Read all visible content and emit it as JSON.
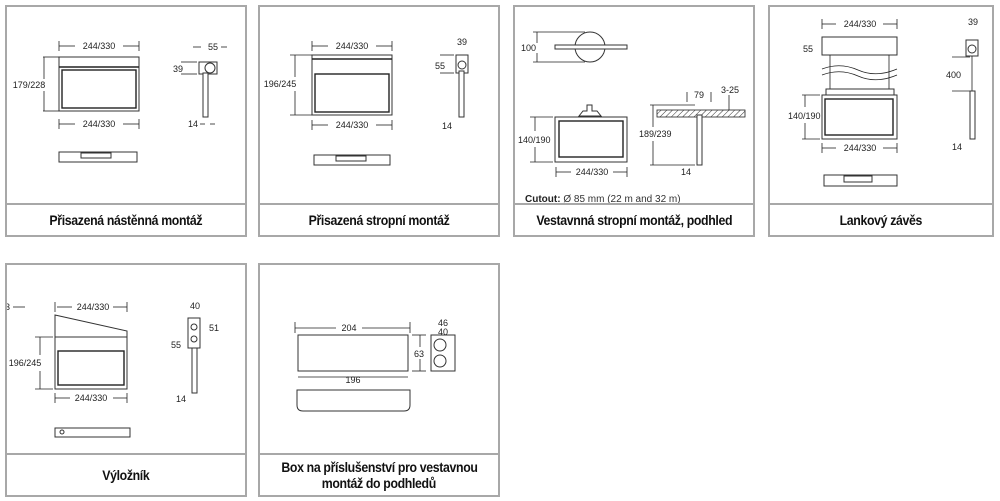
{
  "cards": [
    {
      "caption": "Přisazená nástěnná montáž",
      "dims": {
        "w_top": "244/330",
        "h": "179/228",
        "w_bot": "244/330",
        "side_w": "55",
        "side_h": "39",
        "rod": "14"
      }
    },
    {
      "caption": "Přisazená stropní montáž",
      "dims": {
        "w_top": "244/330",
        "h": "196/245",
        "w_bot": "244/330",
        "side_w": "39",
        "side_h": "55",
        "rod": "14"
      }
    },
    {
      "caption": "Vestavnná stropní montáž, podhled",
      "dims": {
        "cutout_dia": "100",
        "h": "140/190",
        "w_bot": "244/330",
        "total_h": "189/239",
        "mount": "79",
        "ceiling": "3-25",
        "rod": "14"
      },
      "note": {
        "label": "Cutout:",
        "text": " Ø 85 mm (22 m and 32 m)"
      }
    },
    {
      "caption": "Lankový závěs",
      "dims": {
        "w_top": "244/330",
        "canopy_h": "55",
        "h": "140/190",
        "w_bot": "244/330",
        "side_w": "39",
        "cable": "400",
        "rod": "14"
      }
    },
    {
      "caption": "Výložník",
      "dims": {
        "offset": "3",
        "w_top": "244/330",
        "h": "196/245",
        "w_bot": "244/330",
        "side_w": "40",
        "side_r": "51",
        "side_h": "55",
        "rod": "14"
      }
    },
    {
      "caption_line1": "Box na příslušenství pro vestavnou",
      "caption_line2": "montáž do podhledů",
      "dims": {
        "len_top": "204",
        "len_bot": "196",
        "h": "63",
        "w1": "46",
        "w2": "40"
      }
    }
  ]
}
